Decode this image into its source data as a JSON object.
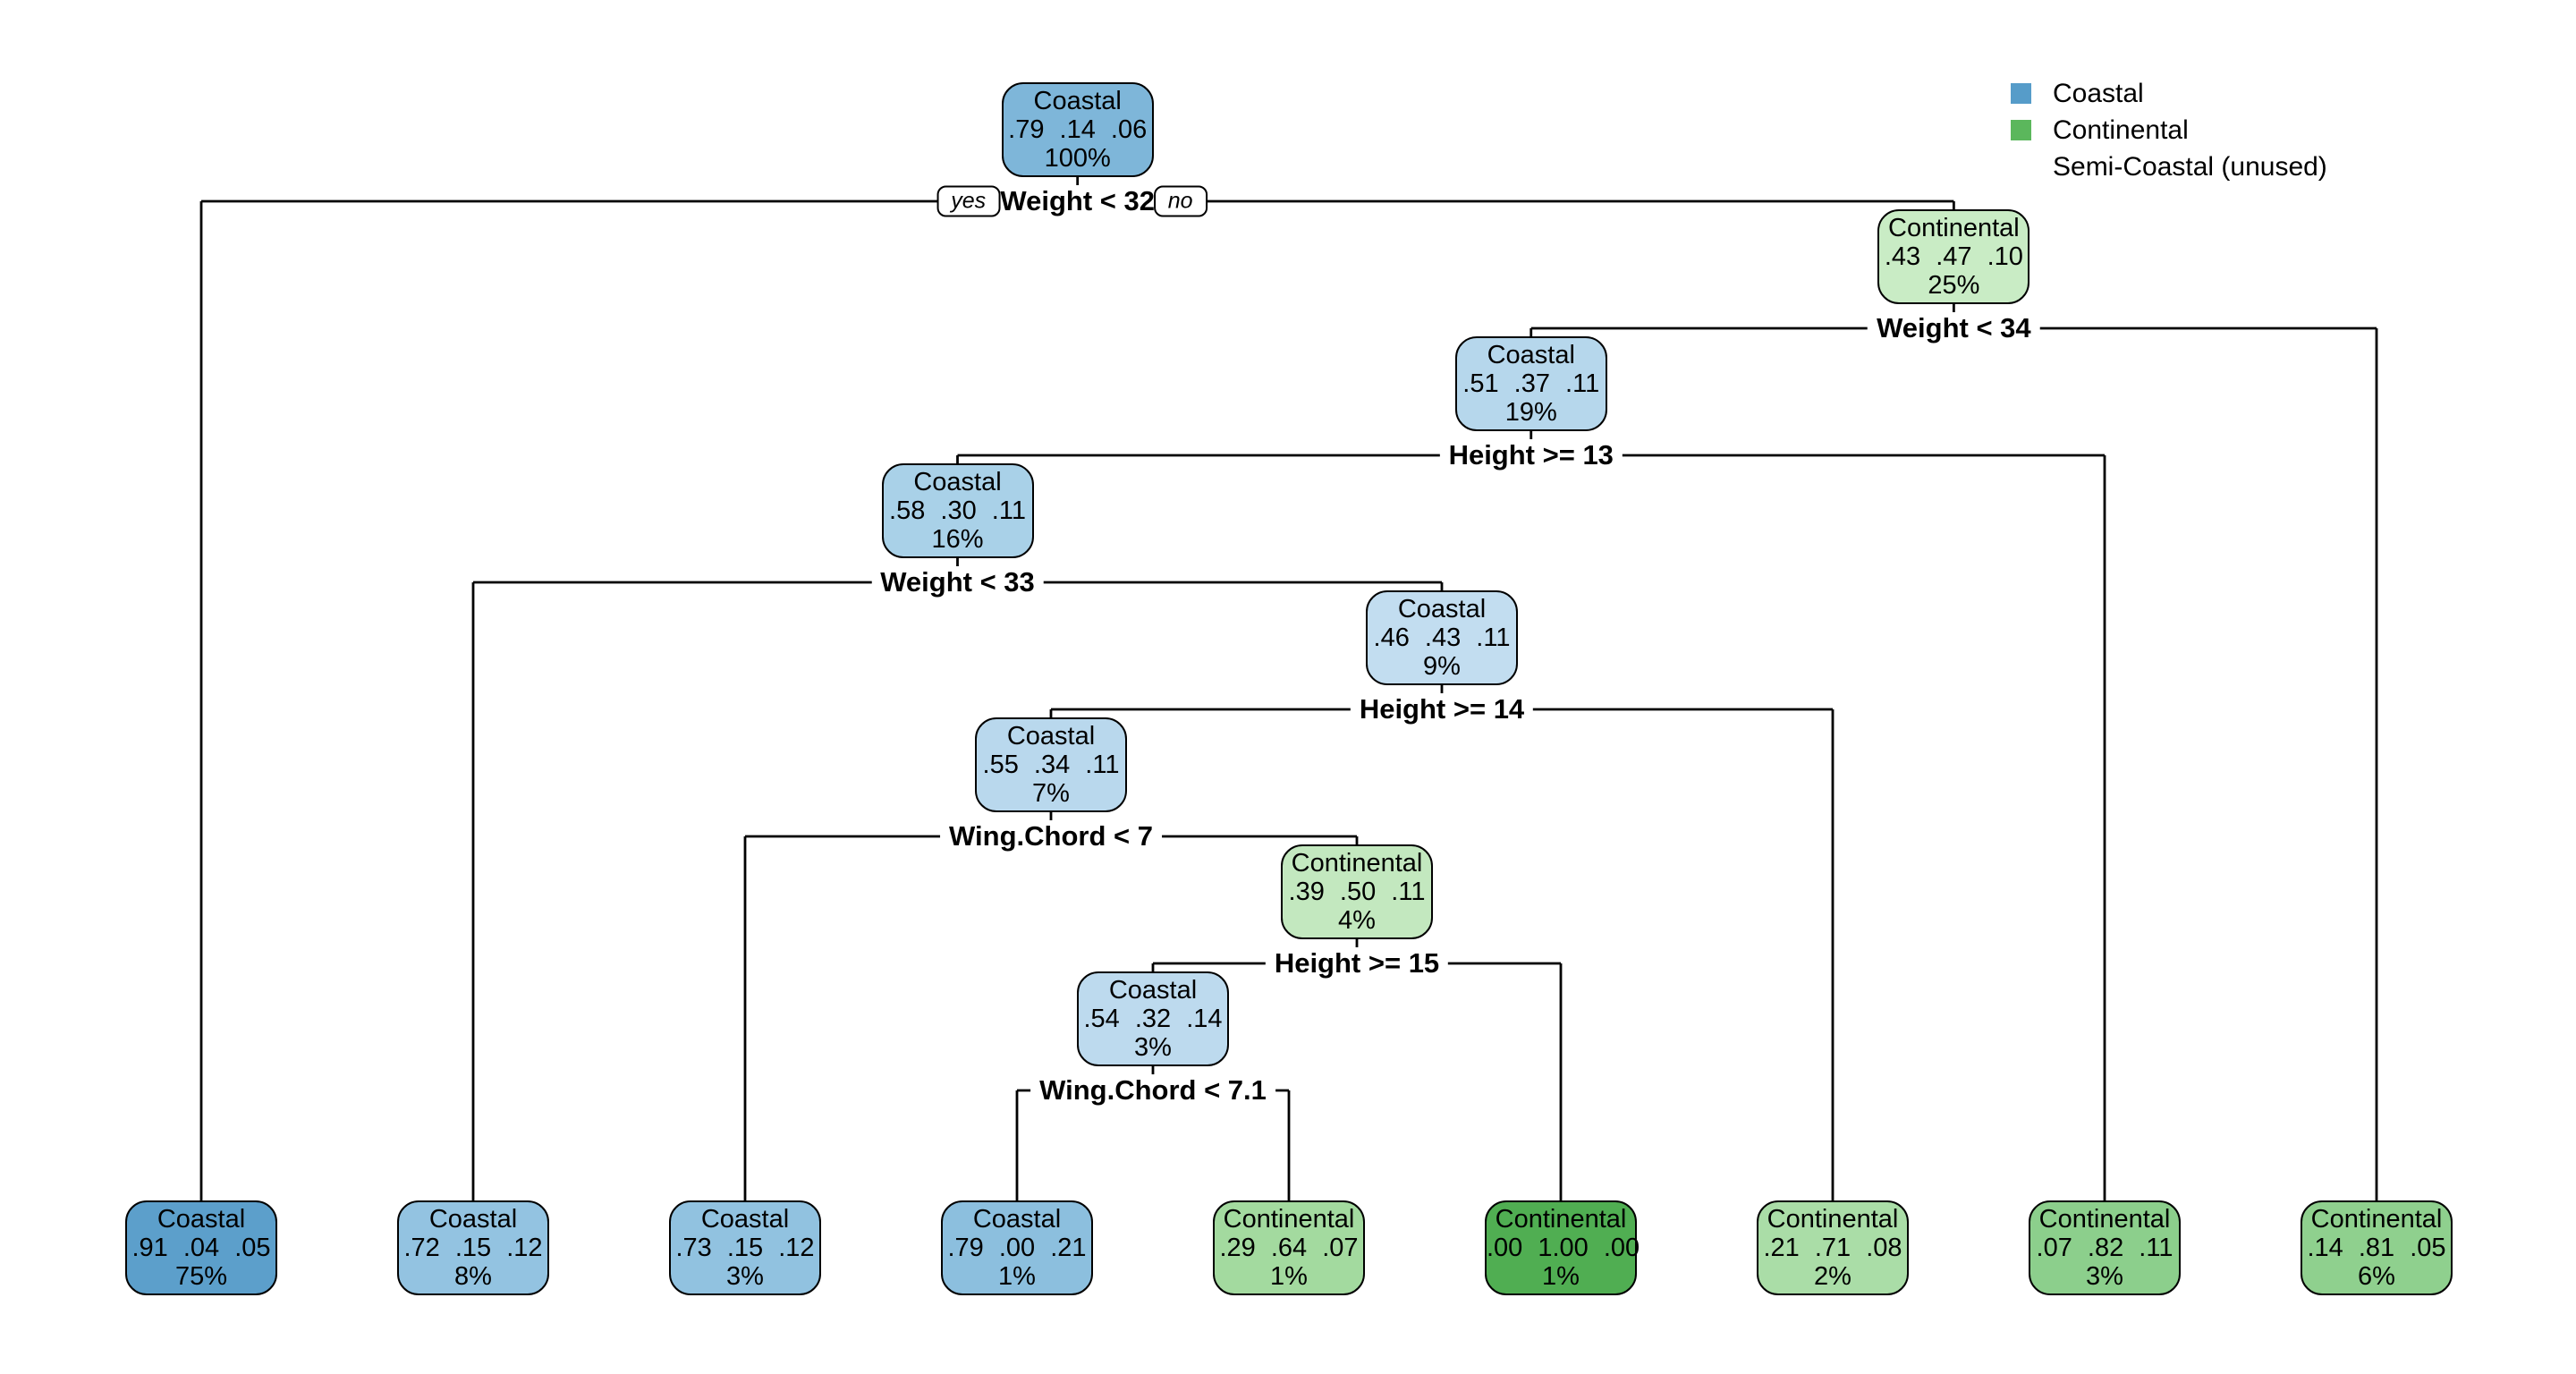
{
  "legend": {
    "items": [
      {
        "label": "Coastal",
        "color": "#569CC9"
      },
      {
        "label": "Continental",
        "color": "#5BB75C"
      },
      {
        "label": "Semi-Coastal (unused)",
        "color": null
      }
    ]
  },
  "branch_labels": {
    "yes": "yes",
    "no": "no"
  },
  "style": {
    "edge_color": "#000000",
    "node_border_color": "#000000"
  },
  "chart_data": {
    "type": "decision-tree",
    "classes": [
      "Coastal",
      "Continental",
      "Semi-Coastal"
    ],
    "tree": {
      "label": "Coastal",
      "values": ".79 .14 .06",
      "percent": "100%",
      "fill": "#7EB6D9",
      "split": "Weight < 32",
      "children": [
        {
          "label": "Coastal",
          "values": ".91 .04 .05",
          "percent": "75%",
          "fill": "#5C9FCB"
        },
        {
          "label": "Continental",
          "values": ".43 .47 .10",
          "percent": "25%",
          "fill": "#C9ECC5",
          "split": "Weight < 34",
          "children": [
            {
              "label": "Coastal",
              "values": ".51 .37 .11",
              "percent": "19%",
              "fill": "#B6D7EC",
              "split": "Height >= 13",
              "children": [
                {
                  "label": "Coastal",
                  "values": ".58 .30 .11",
                  "percent": "16%",
                  "fill": "#A9D1E8",
                  "split": "Weight < 33",
                  "children": [
                    {
                      "label": "Coastal",
                      "values": ".72 .15 .12",
                      "percent": "8%",
                      "fill": "#93C3E1"
                    },
                    {
                      "label": "Coastal",
                      "values": ".46 .43 .11",
                      "percent": "9%",
                      "fill": "#C2DDF0",
                      "split": "Height >= 14",
                      "children": [
                        {
                          "label": "Coastal",
                          "values": ".55 .34 .11",
                          "percent": "7%",
                          "fill": "#B9D8ED",
                          "split": "Wing.Chord < 7",
                          "children": [
                            {
                              "label": "Coastal",
                              "values": ".73 .15 .12",
                              "percent": "3%",
                              "fill": "#91C2E0"
                            },
                            {
                              "label": "Continental",
                              "values": ".39 .50 .11",
                              "percent": "4%",
                              "fill": "#C3E8BF",
                              "split": "Height >= 15",
                              "children": [
                                {
                                  "label": "Coastal",
                                  "values": ".54 .32 .14",
                                  "percent": "3%",
                                  "fill": "#BDDAEE",
                                  "split": "Wing.Chord < 7.1",
                                  "children": [
                                    {
                                      "label": "Coastal",
                                      "values": ".79 .00 .21",
                                      "percent": "1%",
                                      "fill": "#8CBFDE"
                                    },
                                    {
                                      "label": "Continental",
                                      "values": ".29 .64 .07",
                                      "percent": "1%",
                                      "fill": "#A3DA9F"
                                    }
                                  ]
                                },
                                {
                                  "label": "Continental",
                                  "values": ".00 1.00 .00",
                                  "percent": "1%",
                                  "fill": "#50AE52"
                                }
                              ]
                            }
                          ]
                        },
                        {
                          "label": "Continental",
                          "values": ".21 .71 .08",
                          "percent": "2%",
                          "fill": "#AADDA7"
                        }
                      ]
                    }
                  ]
                },
                {
                  "label": "Continental",
                  "values": ".07 .82 .11",
                  "percent": "3%",
                  "fill": "#8CCF8C"
                }
              ]
            },
            {
              "label": "Continental",
              "values": ".14 .81 .05",
              "percent": "6%",
              "fill": "#8FD08E"
            }
          ]
        }
      ]
    }
  }
}
